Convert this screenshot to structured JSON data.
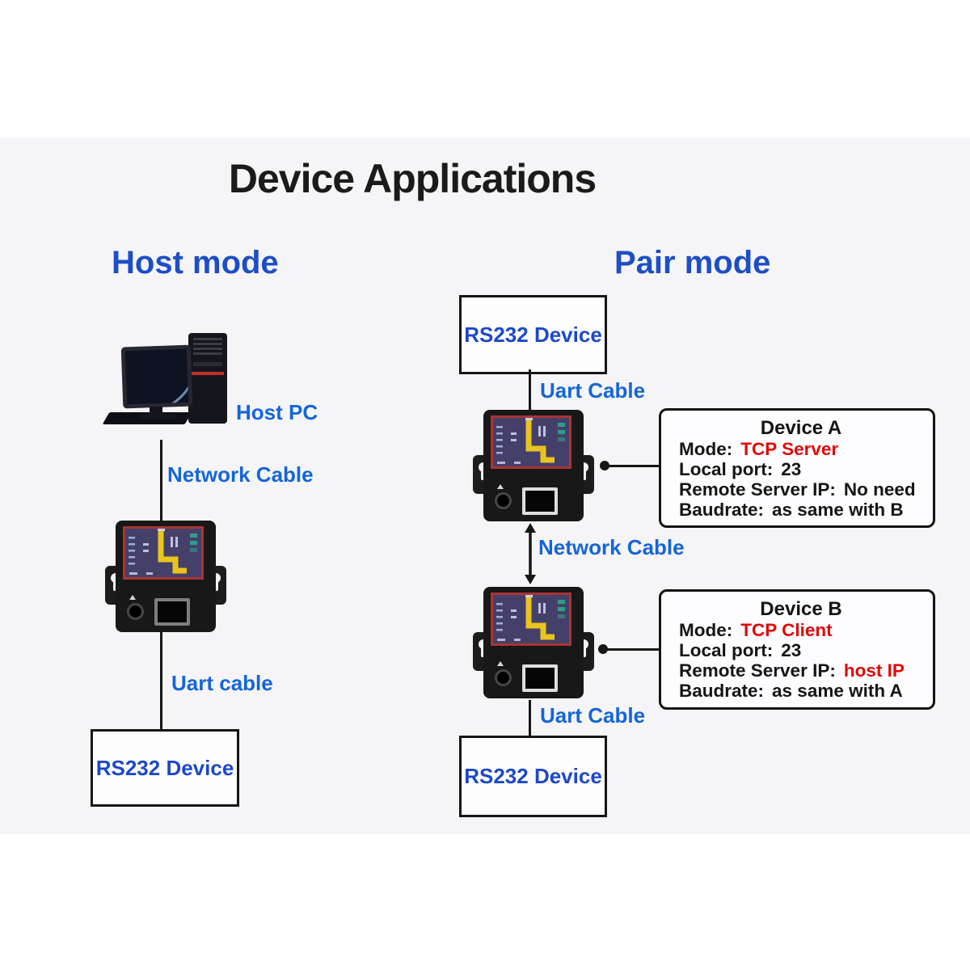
{
  "colors": {
    "panel_bg": "#f5f5f8",
    "title_text": "#1b1b1b",
    "heading_blue": "#1d4ec6",
    "label_blue": "#1565d8",
    "rs232_blue": "#1d49c6",
    "info_text": "#151515",
    "highlight_red": "#e00808",
    "line_color": "#161616",
    "device_body": "#181818",
    "device_label_bg": "#45406a",
    "device_label_border": "#a93434",
    "trace_yellow": "#e9c41f",
    "led_teal": "#2f9e86"
  },
  "title": "Device Applications",
  "host_mode": {
    "heading": "Host mode",
    "host_pc_label": "Host PC",
    "network_cable_label": "Network Cable",
    "uart_cable_label": "Uart cable",
    "rs232_device_label": "RS232 Device"
  },
  "pair_mode": {
    "heading": "Pair mode",
    "top_rs232_label": "RS232 Device",
    "uart_cable_top_label": "Uart Cable",
    "network_cable_label": "Network Cable",
    "uart_cable_bottom_label": "Uart Cable",
    "bottom_rs232_label": "RS232 Device",
    "device_a": {
      "title": "Device A",
      "mode_label": "Mode:",
      "mode_value": "TCP Server",
      "port_label": "Local port:",
      "port_value": "23",
      "remote_label": "Remote Server IP:",
      "remote_value": "No need",
      "baud_label": "Baudrate:",
      "baud_value": "as same with B"
    },
    "device_b": {
      "title": "Device B",
      "mode_label": "Mode:",
      "mode_value": "TCP Client",
      "port_label": "Local port:",
      "port_value": "23",
      "remote_label": "Remote Server IP:",
      "remote_value": "host IP",
      "baud_label": "Baudrate:",
      "baud_value": "as same with A"
    }
  }
}
